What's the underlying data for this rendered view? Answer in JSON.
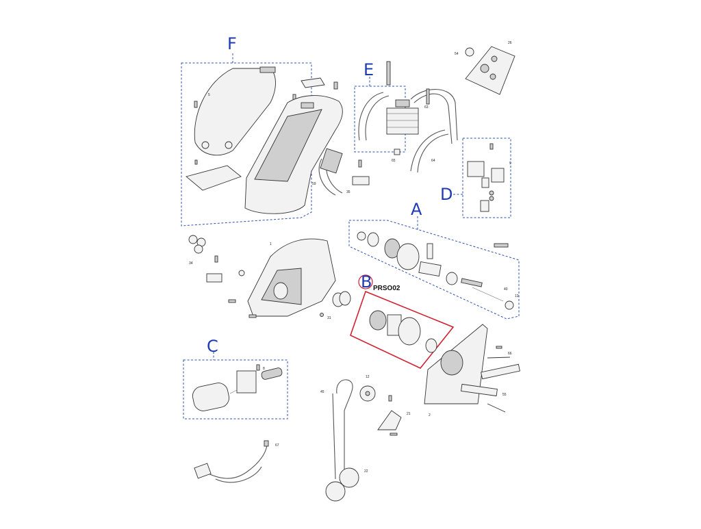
{
  "groups": [
    {
      "id": "A",
      "label": "A"
    },
    {
      "id": "B",
      "label": "B"
    },
    {
      "id": "C",
      "label": "C"
    },
    {
      "id": "D",
      "label": "D"
    },
    {
      "id": "E",
      "label": "E"
    },
    {
      "id": "F",
      "label": "F"
    }
  ],
  "kit_code": "PRSO02",
  "part_numbers": {
    "p5": "5",
    "p26": "26",
    "p54": "54",
    "p63": "63",
    "p65": "65",
    "p64": "64",
    "p59": "59",
    "p35": "35",
    "p1": "1",
    "p34": "34",
    "p31": "31",
    "p40": "40",
    "p13": "13",
    "p8": "8",
    "p12": "12",
    "p45": "45",
    "p21": "21",
    "p66": "66",
    "p55": "55",
    "p2": "2",
    "p67": "67",
    "p22": "22",
    "p9": "9"
  },
  "colors": {
    "group_box": "#2c4fb5",
    "kit_box": "#d22030",
    "group_letter": "#1f3bb3"
  }
}
